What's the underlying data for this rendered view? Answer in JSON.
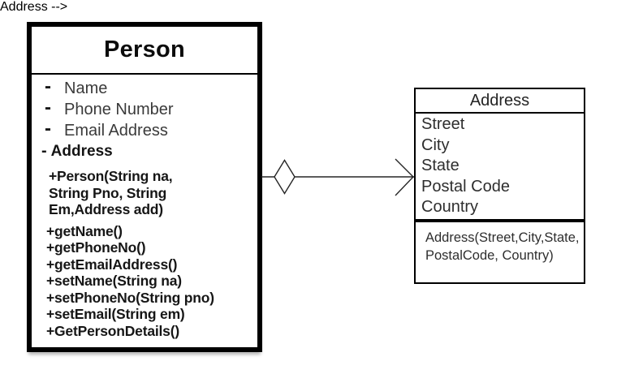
{
  "diagram": {
    "kind": "UML class diagram",
    "person": {
      "title": "Person",
      "attributes": [
        {
          "visibility": "-",
          "label": "Name"
        },
        {
          "visibility": "-",
          "label": "Phone Number"
        },
        {
          "visibility": "-",
          "label": "Email Address"
        },
        {
          "visibility": "-",
          "label": "Address"
        }
      ],
      "constructor_lines": [
        "+Person(String na,",
        "String Pno, String",
        "Em,Address add)"
      ],
      "methods": [
        "+getName()",
        "+getPhoneNo()",
        "+getEmailAddress()",
        "+setName(String na)",
        "+setPhoneNo(String pno)",
        "+setEmail(String em)",
        "+GetPersonDetails()"
      ]
    },
    "address": {
      "title": "Address",
      "attributes": [
        "Street",
        "City",
        "State",
        "Postal Code",
        "Country"
      ],
      "method_lines": [
        "Address(Street,City,State,",
        "PostalCode, Country)"
      ]
    },
    "relationship": {
      "source": "Person",
      "target": "Address",
      "source_adornment": "aggregation-diamond",
      "target_adornment": "open-arrowhead"
    },
    "colors": {
      "background": "#ffffff",
      "border": "#000000",
      "line": "#262626",
      "text": "#161616",
      "attribute_text": "#3a3a3a"
    }
  }
}
